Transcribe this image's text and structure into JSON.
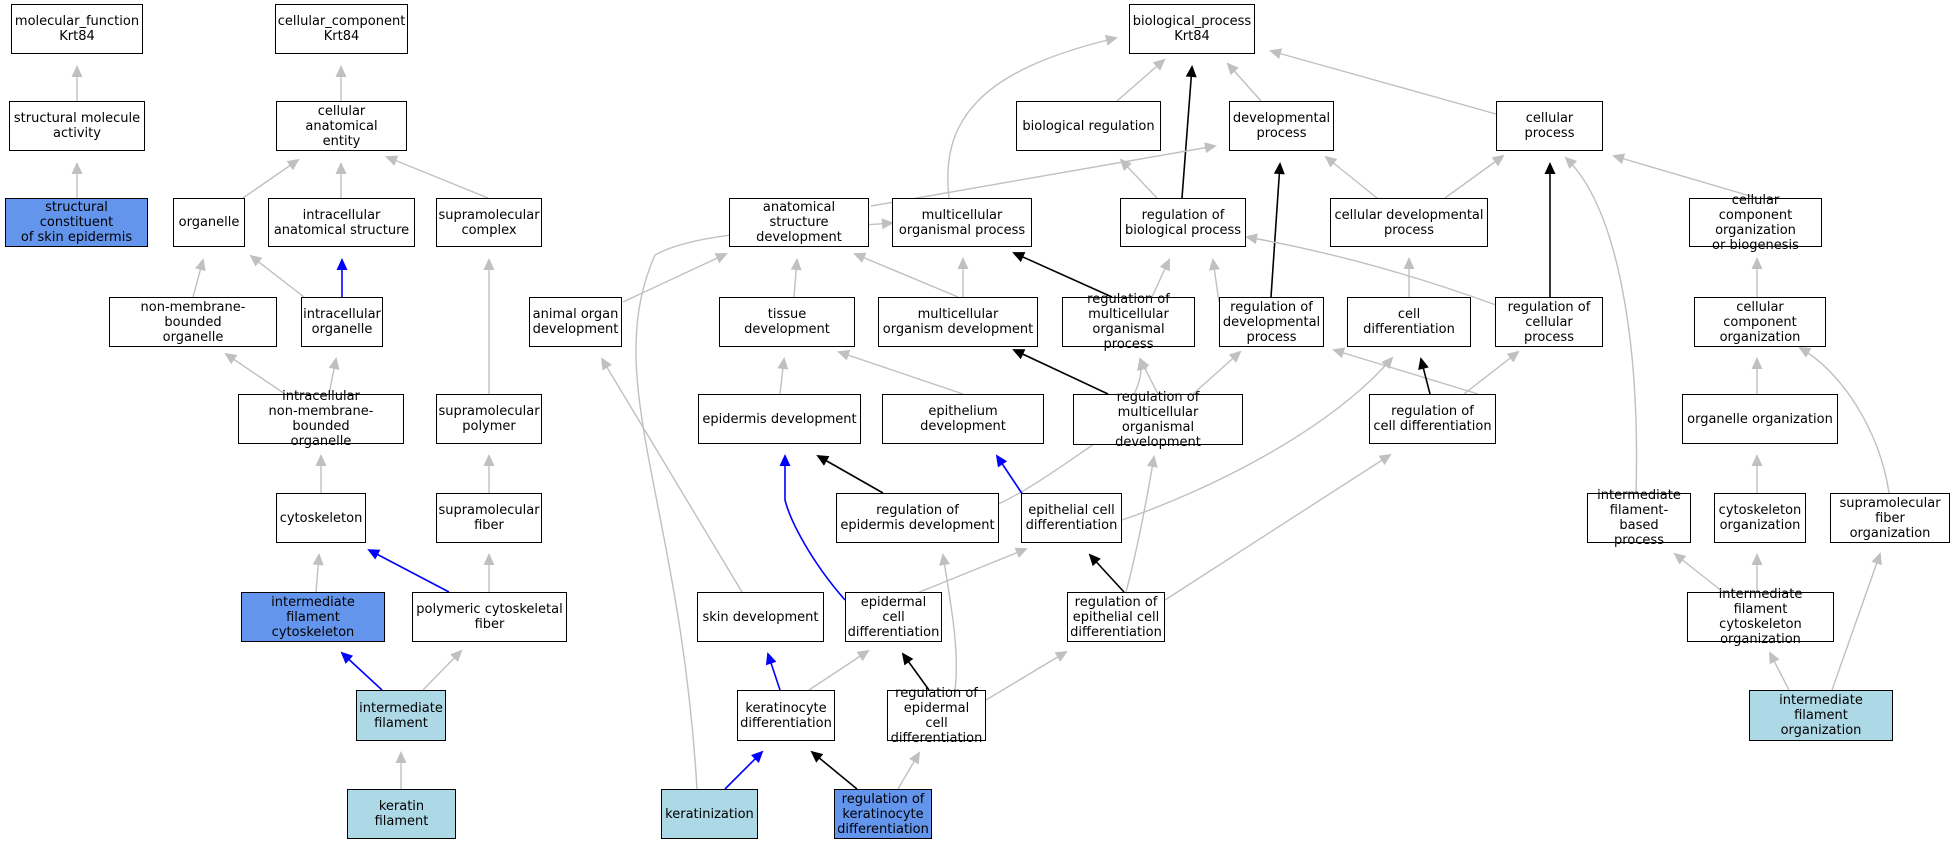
{
  "colors": {
    "gray_edge": "#c0c0c0",
    "blue_edge": "#0000ff",
    "black_edge": "#000000",
    "light_fill": "#add8e6",
    "dark_fill": "#6495ed"
  },
  "nodes": {
    "molecular_function": "molecular_function\nKrt84",
    "structural_molecule_activity": "structural molecule\nactivity",
    "structural_constituent_skin": "structural constituent\nof skin epidermis",
    "cellular_component": "cellular_component\nKrt84",
    "cellular_anatomical_entity": "cellular anatomical\nentity",
    "organelle": "organelle",
    "intracellular_anatomical_structure": "intracellular\nanatomical structure",
    "supramolecular_complex": "supramolecular\ncomplex",
    "non_membrane_bounded_organelle": "non-membrane-bounded\norganelle",
    "intracellular_organelle": "intracellular\norganelle",
    "intracellular_nmb_organelle": "intracellular\nnon-membrane-bounded\norganelle",
    "supramolecular_polymer": "supramolecular\npolymer",
    "cytoskeleton": "cytoskeleton",
    "supramolecular_fiber": "supramolecular\nfiber",
    "if_cytoskeleton": "intermediate\nfilament cytoskeleton",
    "polymeric_cytoskeletal_fiber": "polymeric cytoskeletal\nfiber",
    "intermediate_filament": "intermediate\nfilament",
    "keratin_filament": "keratin filament",
    "biological_process": "biological_process\nKrt84",
    "biological_regulation": "biological regulation",
    "developmental_process": "developmental\nprocess",
    "cellular_process": "cellular process",
    "anatomical_structure_development": "anatomical structure\ndevelopment",
    "multicellular_organismal_process": "multicellular\norganismal process",
    "regulation_of_biological_process": "regulation of\nbiological process",
    "cellular_developmental_process": "cellular developmental\nprocess",
    "cc_organization_or_biogenesis": "cellular component\norganization\nor biogenesis",
    "animal_organ_development": "animal organ\ndevelopment",
    "tissue_development": "tissue development",
    "multicellular_organism_development": "multicellular\norganism development",
    "reg_multicellular_organismal_process": "regulation of\nmulticellular\norganismal process",
    "reg_developmental_process": "regulation of\ndevelopmental\nprocess",
    "cell_differentiation": "cell differentiation",
    "reg_cellular_process": "regulation of\ncellular process",
    "cellular_component_organization": "cellular component\norganization",
    "epidermis_development": "epidermis development",
    "epithelium_development": "epithelium development",
    "reg_multicellular_organismal_development": "regulation of\nmulticellular\norganismal development",
    "reg_cell_differentiation": "regulation of\ncell differentiation",
    "organelle_organization": "organelle organization",
    "reg_epidermis_development": "regulation of\nepidermis development",
    "epithelial_cell_differentiation": "epithelial cell\ndifferentiation",
    "if_based_process": "intermediate\nfilament-based\nprocess",
    "cytoskeleton_organization": "cytoskeleton\norganization",
    "supramolecular_fiber_organization": "supramolecular\nfiber organization",
    "skin_development": "skin development",
    "epidermal_cell_differentiation": "epidermal cell\ndifferentiation",
    "reg_epithelial_cell_differentiation": "regulation of\nepithelial cell\ndifferentiation",
    "if_cytoskeleton_organization": "intermediate\nfilament cytoskeleton\norganization",
    "keratinocyte_differentiation": "keratinocyte\ndifferentiation",
    "reg_epidermal_cell_differentiation": "regulation of\nepidermal cell\ndifferentiation",
    "if_organization": "intermediate\nfilament organization",
    "keratinization": "keratinization",
    "reg_keratinocyte_differentiation": "regulation of\nkeratinocyte\ndifferentiation"
  }
}
